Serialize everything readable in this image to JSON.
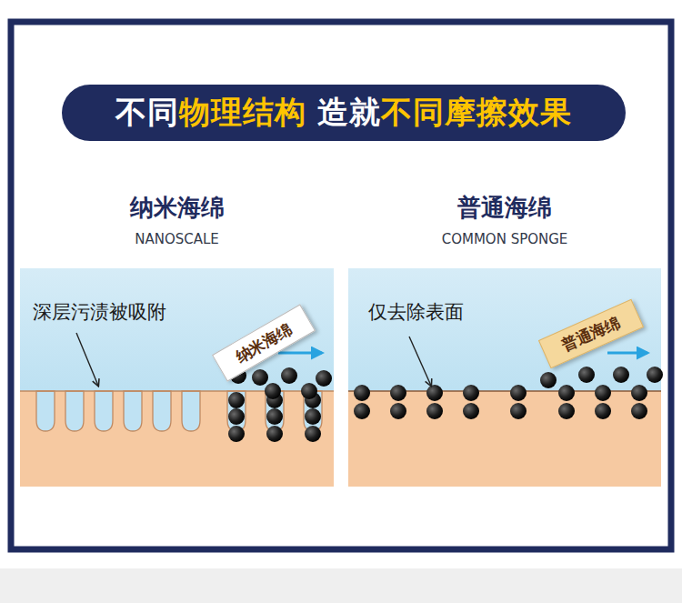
{
  "diagram": {
    "title": "不同物理结构 造就不同摩擦效果",
    "nodes": [
      {
        "text": [
          "纳米海绵",
          "NANOSCALE",
          "深层污渍被吸附"
        ]
      },
      {
        "text": [
          "纳米海绵"
        ],
        "in": 0
      },
      {
        "text": [
          "普通海绵",
          "COMMON SPONGE",
          "仅去除表面"
        ]
      },
      {
        "text": [
          "普通海绵"
        ],
        "in": 2
      }
    ]
  }
}
